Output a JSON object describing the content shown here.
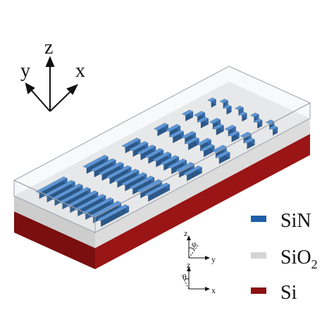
{
  "axes": {
    "z": "z",
    "y": "y",
    "x": "x"
  },
  "legend": [
    {
      "label": "SiN",
      "color": "#1f5fa8"
    },
    {
      "label": "SiO",
      "sub": "2",
      "color": "#d4d4d4"
    },
    {
      "label": "Si",
      "color": "#8b1111"
    }
  ],
  "angle_insets": {
    "phi": {
      "vertical": "z",
      "horizontal": "y",
      "angle": "φ"
    },
    "theta": {
      "vertical": "z",
      "horizontal": "x",
      "angle": "θ"
    }
  },
  "colors": {
    "sin_top": "#4f8fd6",
    "sin_side": "#1f5fa8",
    "sin_front": "#16487f",
    "sio2_top": "#e4e4e4",
    "sio2_side": "#cfcfcf",
    "si": "#8b1111",
    "cladding": "#9aa0ad"
  },
  "icons": [
    "axis-triad-icon",
    "phi-angle-icon",
    "theta-angle-icon"
  ]
}
